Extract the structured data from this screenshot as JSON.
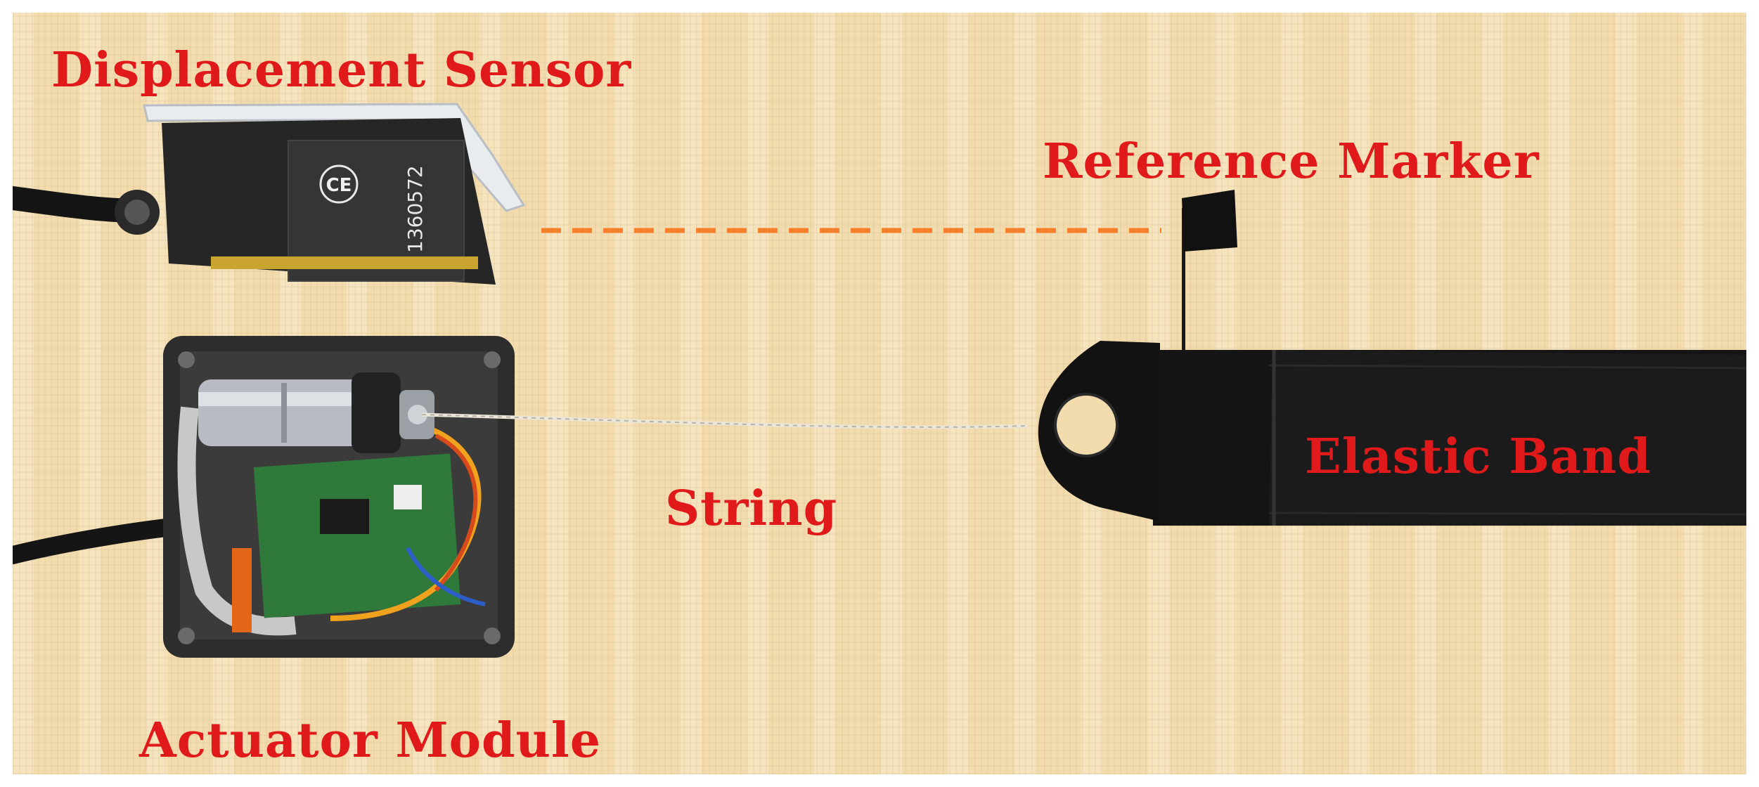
{
  "labels": {
    "displacement_sensor": "Displacement Sensor",
    "reference_marker": "Reference Marker",
    "string": "String",
    "elastic_band": "Elastic Band",
    "actuator_module": "Actuator Module"
  },
  "sensor_housing": {
    "ce_mark": "CE",
    "serial_number": "1360572"
  },
  "colors": {
    "label_text": "#e01a1a",
    "dashed_line": "#f57f2a",
    "background": "#f2dcae"
  }
}
